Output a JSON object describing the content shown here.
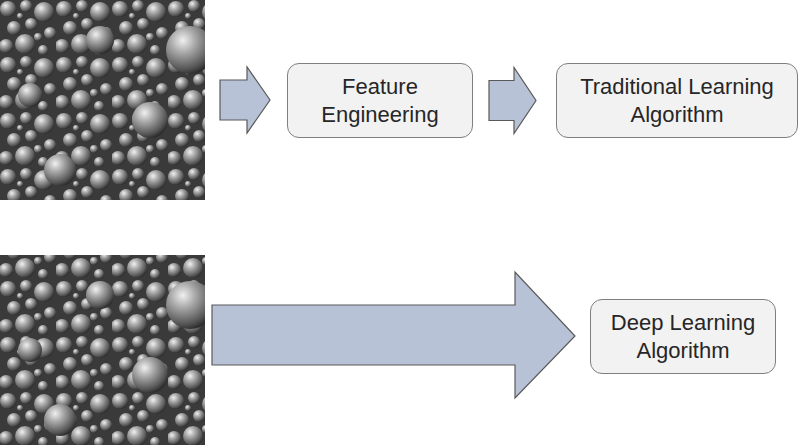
{
  "diagram": {
    "nodes": [
      {
        "text": [
          "Feature Engineering"
        ]
      },
      {
        "text": [
          "Traditional Learning Algorithm"
        ]
      },
      {
        "text": [
          "Deep Learning Algorithm"
        ]
      }
    ],
    "edges": [
      {
        "from": 0,
        "to": 1,
        "arrow": "to"
      }
    ]
  }
}
